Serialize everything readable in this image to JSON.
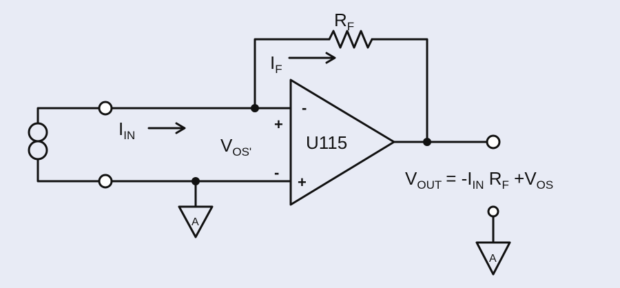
{
  "diagram": {
    "feedback_resistor": {
      "symbol": "R",
      "subscript": "F"
    },
    "feedback_current": {
      "symbol": "I",
      "subscript": "F"
    },
    "input_current": {
      "symbol": "I",
      "subscript": "IN"
    },
    "offset_voltage": {
      "symbol": "V",
      "subscript": "OS'"
    },
    "opamp_label": "U115",
    "inverting_input_sign": "-",
    "noninverting_input_sign": "+",
    "offset_plus_sign": "+",
    "offset_minus_sign": "-",
    "ground_label": "A",
    "output_equation": {
      "v": "V",
      "v_sub": "OUT",
      "eq_i": "= -I",
      "i_sub": "IN",
      "r": " R",
      "r_sub": "F",
      "plus_v": " +V",
      "os_sub": "OS"
    },
    "colors": {
      "background": "#e8ebf5",
      "ink": "#111111"
    }
  }
}
